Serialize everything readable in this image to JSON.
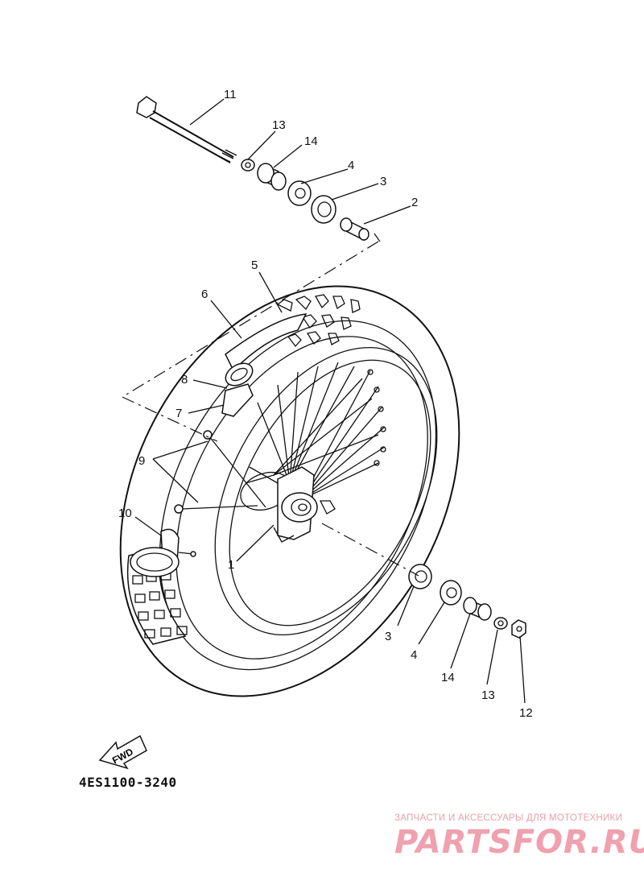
{
  "diagram_id": "4ES1100-3240",
  "fwd_label": "FWD",
  "watermark": {
    "subtitle": "ЗАПЧАСТИ И АКСЕССУАРЫ ДЛЯ МОТОТЕХНИКИ",
    "logo": "PARTSFOR.RU"
  },
  "callouts": {
    "c1": "1",
    "c2": "2",
    "c3a": "3",
    "c3b": "3",
    "c4a": "4",
    "c4b": "4",
    "c5": "5",
    "c6": "6",
    "c7": "7",
    "c8": "8",
    "c9": "9",
    "c10": "10",
    "c11": "11",
    "c12": "12",
    "c13a": "13",
    "c13b": "13",
    "c14a": "14",
    "c14b": "14"
  }
}
